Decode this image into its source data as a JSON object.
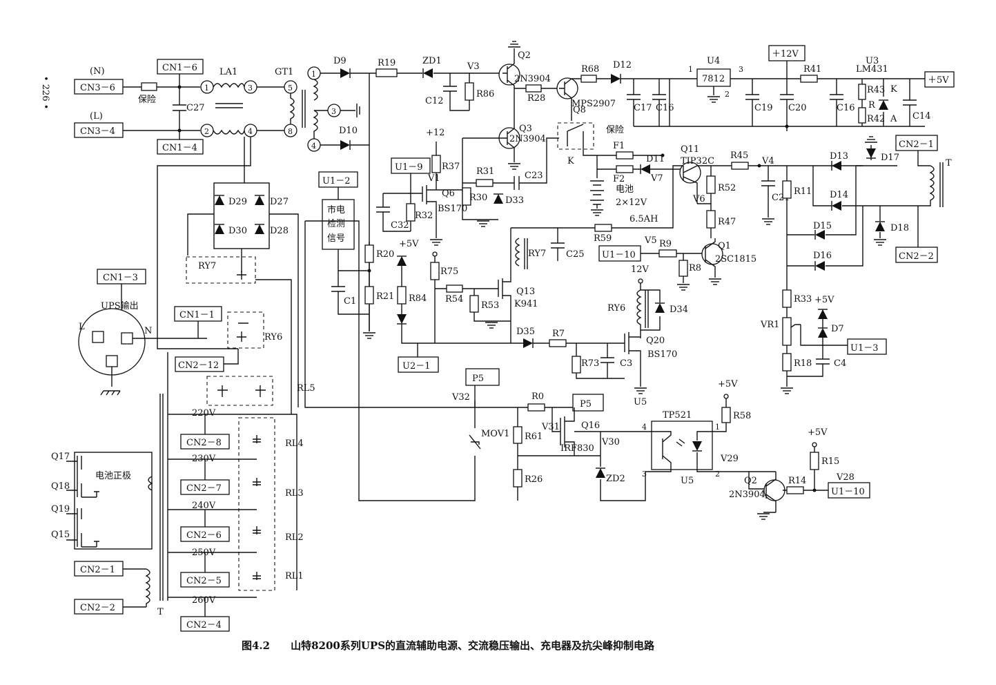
{
  "page_number": "• 226 •",
  "caption": "图4.2　　山特8200系列UPS的直流辅助电源、交流稳压输出、充电器及抗尖峰抑制电路",
  "connectors": {
    "cn3_6": "CN3－6",
    "cn3_4": "CN3－4",
    "cn1_6": "CN1－6",
    "cn1_4": "CN1－4",
    "cn1_3": "CN1－3",
    "cn1_1": "CN1－1",
    "cn2_12": "CN2－12",
    "cn2_8": "CN2－8",
    "cn2_7": "CN2－7",
    "cn2_6": "CN2－6",
    "cn2_5": "CN2－5",
    "cn2_4": "CN2－4",
    "cn2_1_left": "CN2－1",
    "cn2_2_left": "CN2－2",
    "cn2_1_right": "CN2－1",
    "cn2_2_right": "CN2－2",
    "u1_2": "U1－2",
    "u1_9": "U1－9",
    "u1_10_a": "U1－10",
    "u1_10_b": "U1－10",
    "u1_3": "U1－3",
    "u2_1": "U2－1",
    "p5_a": "P5",
    "p5_b": "P5",
    "plus12v": "＋12V",
    "plus5v": "＋5V"
  },
  "labels": {
    "n": "(N)",
    "l": "(L)",
    "fuse_left": "保险",
    "la1": "LA1",
    "gt1": "GT1",
    "c27": "C27",
    "ups_out": "UPS输出",
    "l_pin": "L",
    "n_pin": "N",
    "ry7_top": "RY7",
    "ry6_mid": "RY6",
    "rl5": "RL5",
    "rl4": "RL4",
    "rl3": "RL3",
    "rl2": "RL2",
    "rl1": "RL1",
    "v220": "220V",
    "v230": "230V",
    "v240": "240V",
    "v250": "250V",
    "v260": "260V",
    "t_left": "T",
    "batt_pos": "电池正极",
    "q17": "Q17",
    "q18": "Q18",
    "q19": "Q19",
    "q15": "Q15",
    "d29": "D29",
    "d27": "D27",
    "d30": "D30",
    "d28": "D28",
    "d9": "D9",
    "d10": "D10",
    "r19": "R19",
    "zd1": "ZD1",
    "v3": "V3",
    "c12": "C12",
    "r86": "R86",
    "q2": "Q2",
    "q2_part": "2N3904",
    "r28": "R28",
    "r68": "R68",
    "q8": "Q8",
    "q8_part": "MPS2907",
    "d12": "D12",
    "c17": "C17",
    "c16a": "C16",
    "u4": "U4",
    "u4_part": "7812",
    "pin1": "1",
    "pin2": "2",
    "pin3": "3",
    "c19": "C19",
    "c20": "C20",
    "r41": "R41",
    "u3": "U3",
    "u3_part": "LM431",
    "c16b": "C16",
    "r43": "R43",
    "r_ref": "R",
    "r42": "R42",
    "k_pin": "K",
    "a_pin": "A",
    "c14": "C14",
    "plus12_small": "+12",
    "r37": "R37",
    "v1": "V1",
    "q6": "Q6",
    "q6_part": "BS170",
    "r31": "R31",
    "c23": "C23",
    "r30": "R30",
    "d33": "D33",
    "r32": "R32",
    "c32": "C32",
    "q3": "Q3",
    "q3_part": "2N3904",
    "relay_k": "K",
    "fuse_right": "保险",
    "f1": "F1",
    "f2": "F2",
    "d11": "D11",
    "v7": "V7",
    "battery": "电池",
    "battery_spec": "2×12V",
    "battery_ah": "6.5AH",
    "mains_detect": [
      "市电",
      "检测",
      "信号"
    ],
    "r20": "R20",
    "c1": "C1",
    "r21": "R21",
    "plus5_a": "+5V",
    "r84": "R84",
    "r75": "R75",
    "r54": "R54",
    "r53": "R53",
    "q13": "Q13",
    "q13_part": "K941",
    "ry7_mid": "RY7",
    "c25": "C25",
    "r59": "R59",
    "q11": "Q11",
    "q11_part": "TIP32C",
    "r52": "R52",
    "v6": "V6",
    "r47": "R47",
    "r45": "R45",
    "v4": "V4",
    "c21": "C21",
    "r11": "R11",
    "d13": "D13",
    "d17": "D17",
    "d14": "D14",
    "d15": "D15",
    "d18": "D18",
    "d16": "D16",
    "t_right": "T",
    "v5": "V5",
    "r9": "R9",
    "r8": "R8",
    "q1": "Q1",
    "q1_part": "2SC1815",
    "v12": "12V",
    "ry6_right": "RY6",
    "d34": "D34",
    "d35": "D35",
    "r7": "R7",
    "r73": "R73",
    "c3": "C3",
    "q20": "Q20",
    "q20_part": "BS170",
    "u5_label": "U5",
    "r33": "R33",
    "vr1": "VR1",
    "plus5_b": "+5V",
    "d7": "D7",
    "r18": "R18",
    "c4": "C4",
    "v32": "V32",
    "r0": "R0",
    "mov1": "MOV1",
    "r61": "R61",
    "r26": "R26",
    "v31": "V31",
    "q16": "Q16",
    "q16_part": "IRF830",
    "v30": "V30",
    "zd2": "ZD2",
    "tp521": "TP521",
    "opt4": "4",
    "opt3": "3",
    "opt1": "1",
    "opt2": "2",
    "u5b": "U5",
    "plus5_c": "+5V",
    "r58": "R58",
    "v29": "V29",
    "plus5_d": "+5V",
    "r15": "R15",
    "q2b": "Q2",
    "q2b_part": "2N3904",
    "r14": "R14",
    "v28": "V28"
  }
}
